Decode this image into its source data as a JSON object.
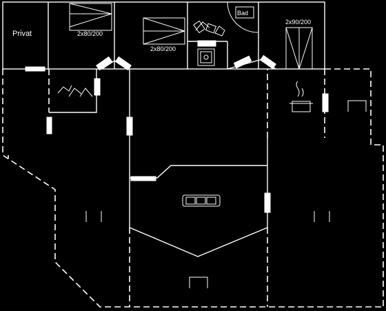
{
  "colors": {
    "background": "#000000",
    "lines": "#ffffff"
  },
  "labels": {
    "privat": "Privat",
    "bed_1": "2x80/200",
    "bed_2": "2x80/200",
    "bed_3": "2x90/200",
    "bath": "Bad"
  },
  "icons": {
    "stove": "stove-icon",
    "sofa": "sofa-icon",
    "shower": "shower-icon",
    "toilet": "toilet-icon",
    "sink": "sink-icon"
  }
}
